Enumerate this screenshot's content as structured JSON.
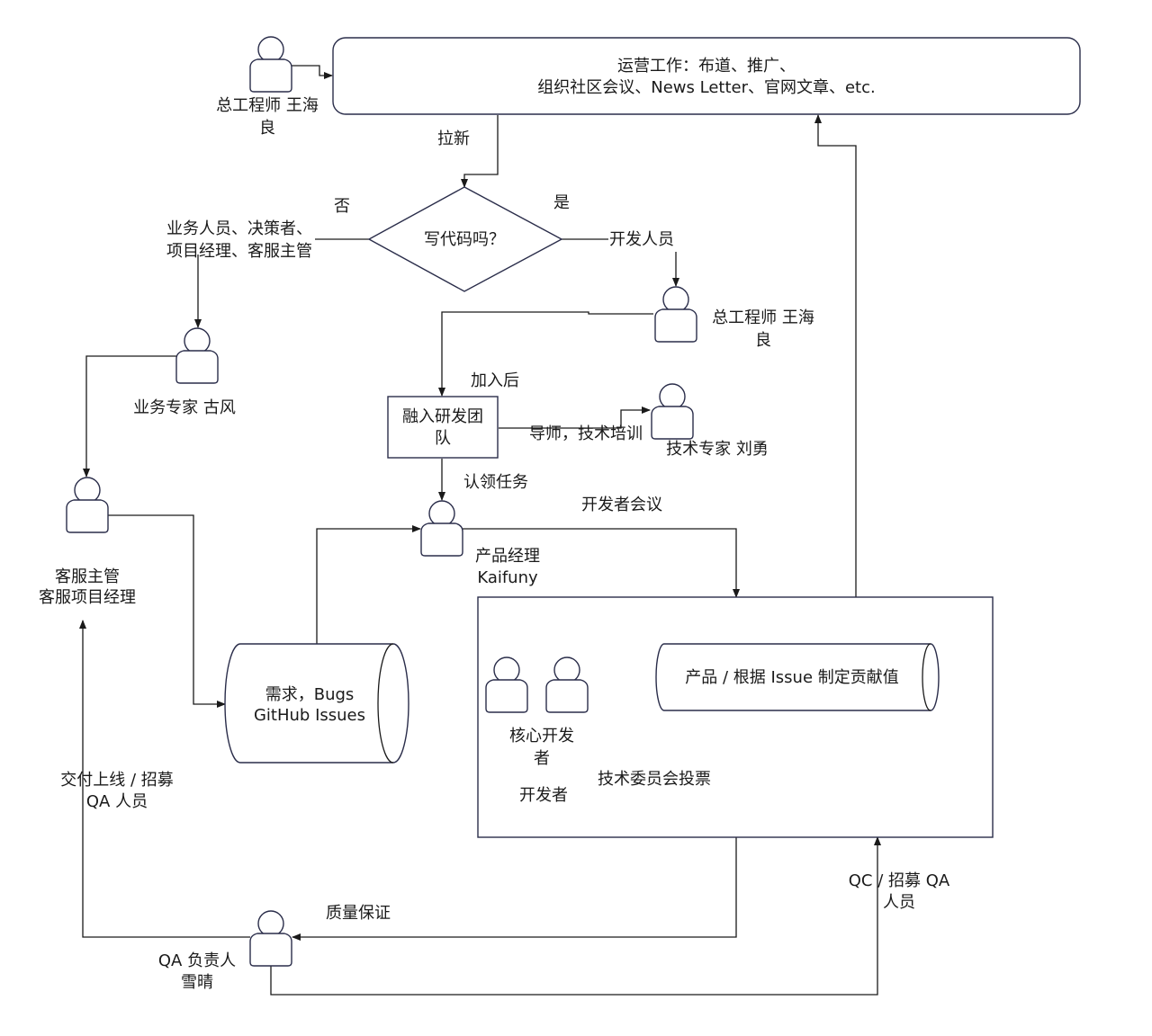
{
  "ops_box": {
    "line1": "运营工作：布道、推广、",
    "line2": "组织社区会议、News Letter、官网文章、etc."
  },
  "chief_engineer_top": {
    "line1": "总工程师 王海",
    "line2": "良"
  },
  "label_recruit": "拉新",
  "decision": {
    "text": "写代码吗？",
    "no": "否",
    "yes": "是"
  },
  "business_roles": {
    "line1": "业务人员、决策者、",
    "line2": "项目经理、客服主管"
  },
  "developer_role": "开发人员",
  "chief_engineer_right": {
    "line1": "总工程师 王海",
    "line2": "良"
  },
  "business_expert": "业务专家 古风",
  "label_after_join": "加入后",
  "join_team": {
    "line1": "融入研发团",
    "line2": "队"
  },
  "label_mentor": "导师，技术培训",
  "tech_expert": "技术专家 刘勇",
  "label_claim_task": "认领任务",
  "label_dev_meeting": "开发者会议",
  "product_manager": {
    "line1": "产品经理",
    "line2": "Kaifuny"
  },
  "cs_manager": {
    "line1": "客服主管",
    "line2": "客服项目经理"
  },
  "issues_db": {
    "line1": "需求，Bugs",
    "line2": "GitHub Issues"
  },
  "value_db": "产品 / 根据 Issue 制定贡献值",
  "core_dev": {
    "line1": "核心开发",
    "line2": "者"
  },
  "label_developer": "开发者",
  "label_tech_vote": "技术委员会投票",
  "label_deliver": {
    "line1": "交付上线 / 招募",
    "line2": "QA 人员"
  },
  "label_qa_assure": "质量保证",
  "qa_lead": {
    "line1": "QA 负责人",
    "line2": "雪晴"
  },
  "label_qc_recruit": {
    "line1": "QC / 招募 QA",
    "line2": "人员"
  }
}
